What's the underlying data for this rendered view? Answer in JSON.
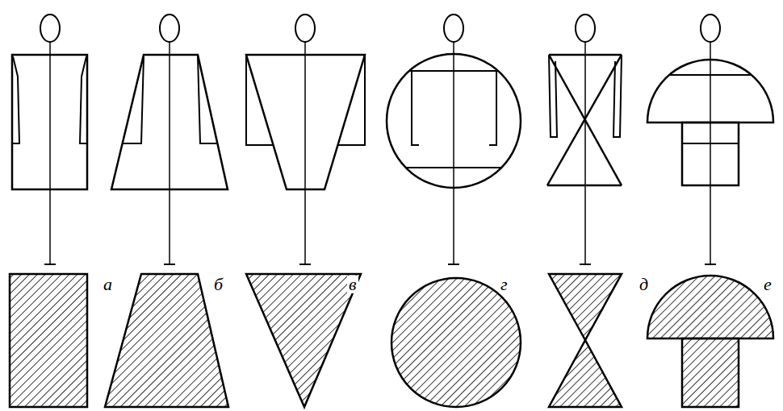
{
  "diagram": {
    "labels": [
      "а",
      "б",
      "в",
      "г",
      "д",
      "е"
    ]
  }
}
